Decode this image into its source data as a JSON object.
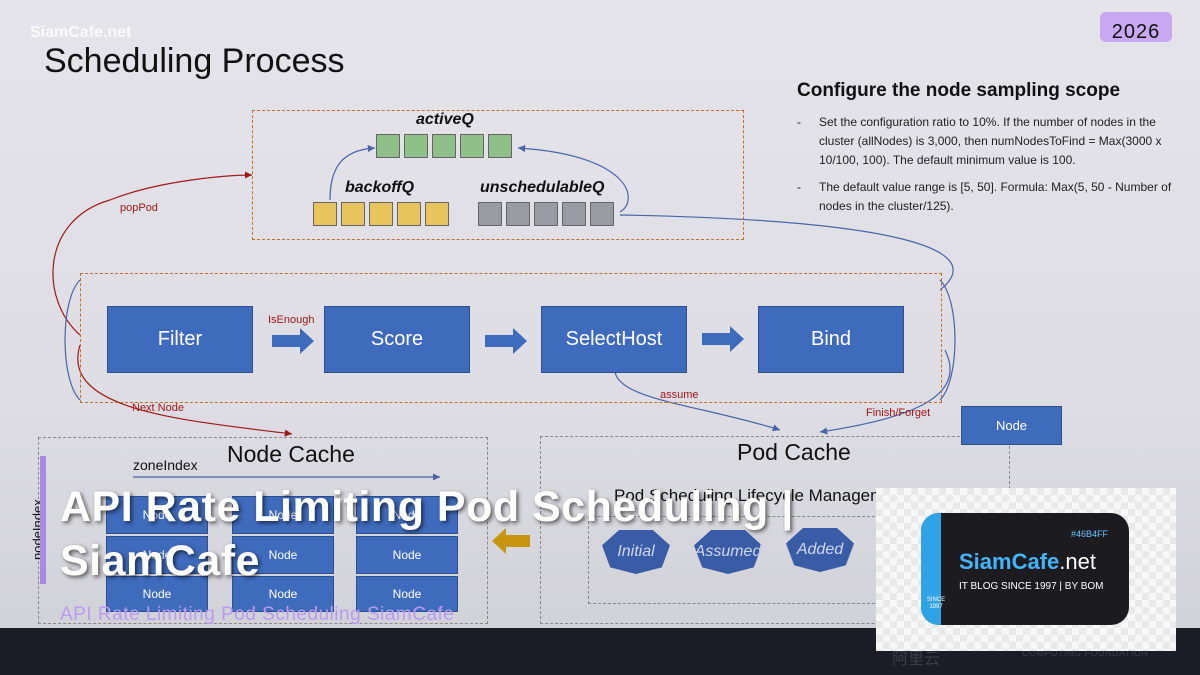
{
  "watermark": "SiamCafe.net",
  "year_badge": "2026",
  "slide": {
    "title": "Scheduling Process",
    "config": {
      "title": "Configure the node sampling scope",
      "items": [
        "Set the configuration ratio to 10%. If the number of nodes in the cluster (allNodes) is 3,000, then numNodesToFind = Max(3000 x 10/100, 100). The default minimum value is 100.",
        "The default value range is [5, 50]. Formula: Max(5, 50 - Number of nodes in the cluster/125)."
      ]
    },
    "queues": {
      "active": "activeQ",
      "backoff": "backoffQ",
      "unschedulable": "unschedulableQ"
    },
    "queue_colors": {
      "active": "#8fc08a",
      "backoff": "#e8c45c",
      "unschedulable": "#9a9aa2"
    },
    "edge_labels": {
      "pop_pod": "popPod",
      "is_enough": "IsEnough",
      "next_node": "Next Node",
      "assume": "assume",
      "finish_forget": "Finish/Forget"
    },
    "steps": [
      "Filter",
      "Score",
      "SelectHost",
      "Bind"
    ],
    "node_cache": {
      "title": "Node Cache",
      "zone_index": "zoneIndex",
      "side_label": "nodeIndex",
      "node_label": "Node"
    },
    "pod_cache": {
      "title": "Pod Cache",
      "lifecycle_title": "Pod Scheduling Lifecycle Management",
      "states": [
        "Initial",
        "Assumed",
        "Added"
      ]
    },
    "floating_node": "Node"
  },
  "overlay": {
    "title": "API Rate Limiting Pod Scheduling | SiamCafe",
    "subtitle": "API Rate Limiting Pod Scheduling SiamCafe"
  },
  "logo": {
    "hex": "#46B4FF",
    "name_main": "SiamCafe",
    "name_suffix": ".net",
    "tagline": "IT BLOG SINCE 1997 | BY BOM",
    "since": "SINCE 1997"
  },
  "footer": {
    "left": "阿里云",
    "right": "COMPUTING FOUNDATION"
  }
}
